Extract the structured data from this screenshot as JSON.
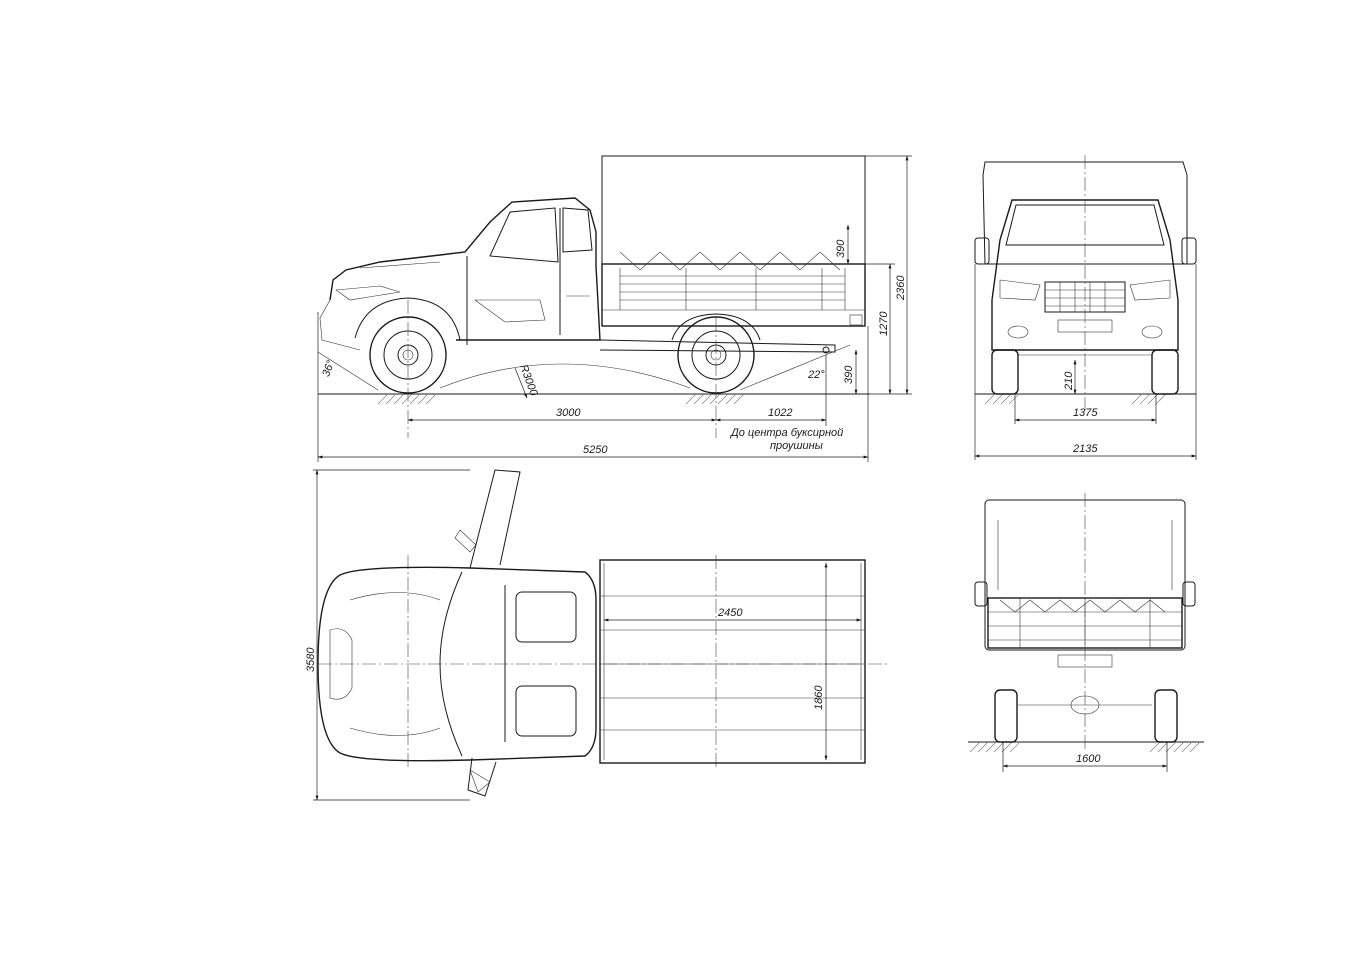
{
  "dimensions": {
    "wheelbase": "3000",
    "rear_overhang_to_hitch": "1022",
    "overall_length": "5250",
    "hitch_note_line1": "До центра буксирной",
    "hitch_note_line2": "проушины",
    "overall_height": "2360",
    "platform_floor_height": "1270",
    "side_board_height": "390",
    "hitch_height": "390",
    "turning_radius": "R3000",
    "approach_angle": "36°",
    "departure_angle": "22°",
    "front_track": "1375",
    "overall_width": "2135",
    "front_clearance": "210",
    "overall_width_mirrors": "3580",
    "platform_length": "2450",
    "platform_width": "1860",
    "rear_track": "1600"
  }
}
